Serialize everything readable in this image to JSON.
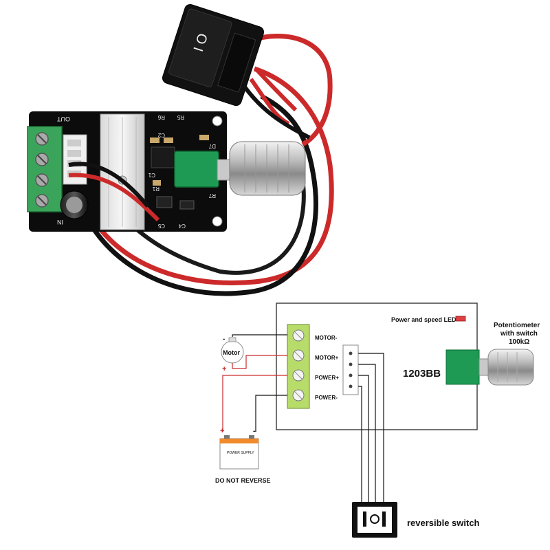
{
  "photo": {
    "board_labels": {
      "out": "OUT",
      "in": "IN",
      "r6": "R6",
      "r5": "R5",
      "c2": "C2",
      "c1": "C1",
      "d7": "D7",
      "r1": "R1",
      "r7": "R7",
      "c5": "C5",
      "c4": "C4"
    },
    "switch_symbols": "O I"
  },
  "diagram": {
    "led_label": "Power and speed LED",
    "pot_label": [
      "Potentiometer",
      "with switch",
      "100kΩ"
    ],
    "chip_label": "1203BB",
    "terminals": [
      "MOTOR-",
      "MOTOR+",
      "POWER+",
      "POWER-"
    ],
    "motor_label": "Motor",
    "motor_minus": "-",
    "motor_plus": "+",
    "supply_label": "POWER SUPPLY",
    "supply_plus": "+",
    "supply_minus": "-",
    "warning": "DO NOT REVERSE",
    "switch_label": "reversible switch"
  },
  "colors": {
    "terminal_green": "#3aa55a",
    "terminal_light": "#b8dc6a",
    "wire_red": "#cc2a2a",
    "wire_black": "#111111",
    "pot_green": "#1f9a55",
    "pcb_black": "#0c0c0c"
  }
}
